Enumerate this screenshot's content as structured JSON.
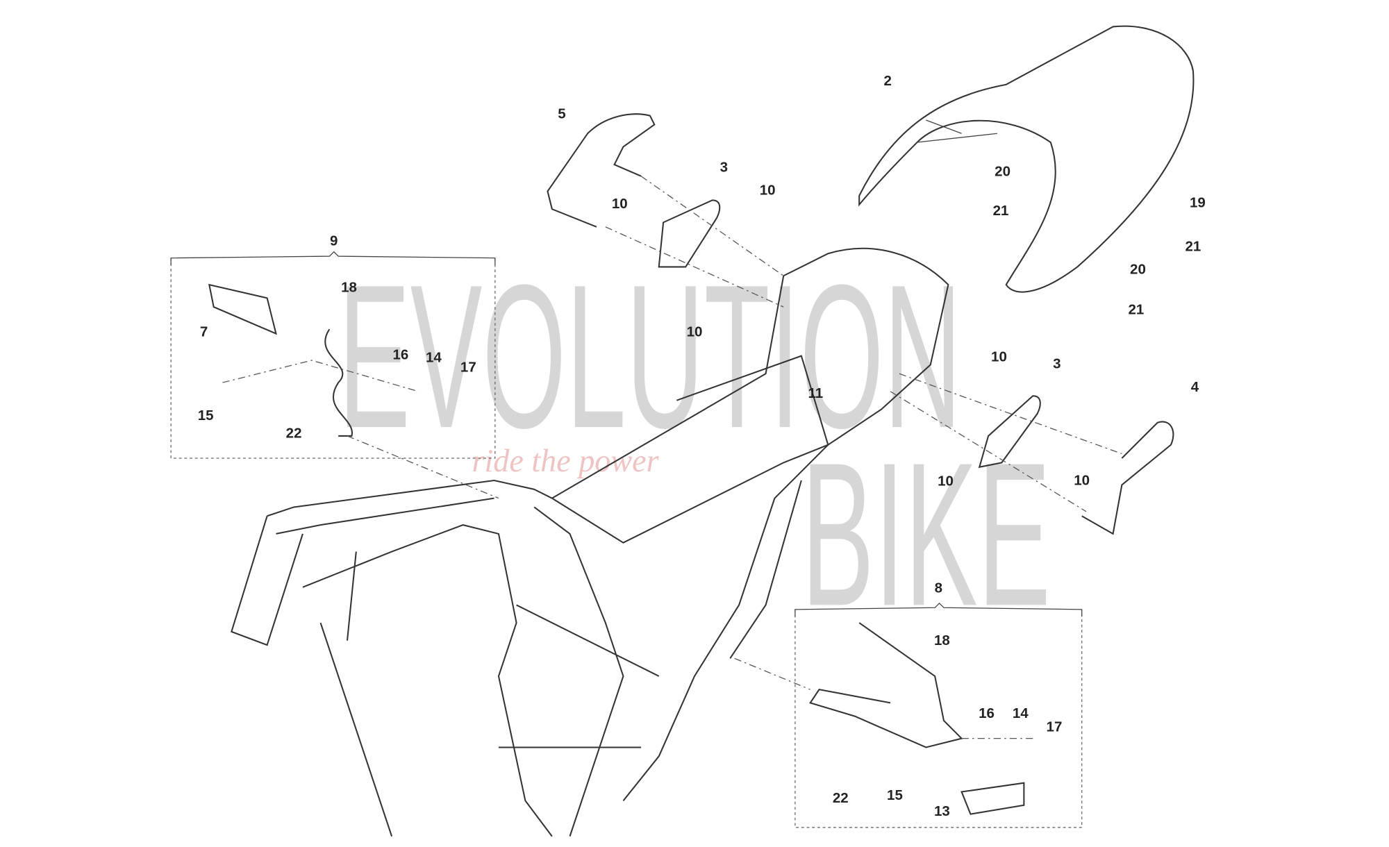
{
  "diagram": {
    "watermark": {
      "line1": "EVOLUTION",
      "line2": "BIKE",
      "tagline": "ride the power"
    },
    "callouts": [
      "2",
      "5",
      "3",
      "10",
      "10",
      "20",
      "21",
      "19",
      "21",
      "20",
      "21",
      "9",
      "18",
      "7",
      "16",
      "14",
      "17",
      "15",
      "22",
      "10",
      "11",
      "10",
      "3",
      "4",
      "10",
      "10",
      "8",
      "18",
      "16",
      "14",
      "17",
      "22",
      "15",
      "13"
    ]
  }
}
